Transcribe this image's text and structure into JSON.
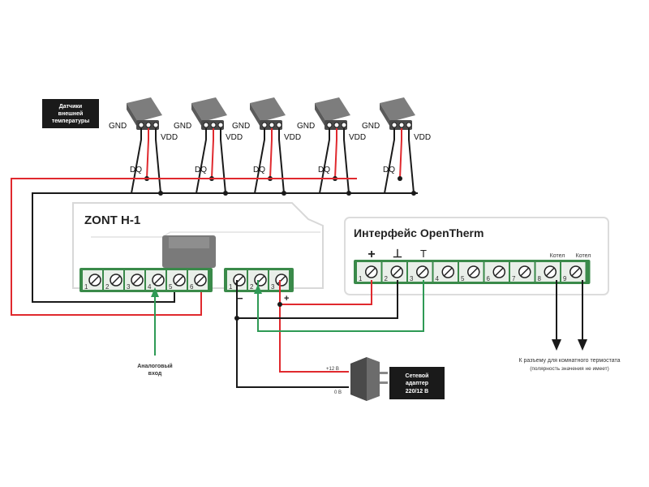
{
  "sensors_label": [
    "Датчики",
    "внешней",
    "температуры"
  ],
  "sensor_pins": {
    "gnd": "GND",
    "vdd": "VDD",
    "dq": "DQ"
  },
  "sensor_count": 5,
  "zont_title": "ZONT H-1",
  "zont_terminals_left": [
    "1",
    "2",
    "3",
    "4",
    "5",
    "6"
  ],
  "zont_terminals_right": [
    "1",
    "2",
    "3"
  ],
  "power_polarity": {
    "minus": "−",
    "plus": "+"
  },
  "opentherm_title": "Интерфейс OpenTherm",
  "opentherm_symbols": [
    "+",
    "⊥",
    "T"
  ],
  "opentherm_terminals": [
    "1",
    "2",
    "3",
    "4",
    "5",
    "6",
    "7",
    "8",
    "9"
  ],
  "boiler_labels": [
    "Котел",
    "Котел"
  ],
  "analog_input_label": [
    "Аналоговый",
    "вход"
  ],
  "adapter_label": [
    "Сетевой",
    "адаптер",
    "220/12 В"
  ],
  "adapter_voltages": {
    "plus": "+12 В",
    "zero": "0 В"
  },
  "thermostat_label": [
    "К разъему для комнатного термостата",
    "(полярность значения не имеет)"
  ],
  "colors": {
    "red": "#e0292e",
    "green": "#2e9a55",
    "black": "#1a1a1a",
    "terminal_green": "#3a8a4a",
    "terminal_face": "#e9efe9",
    "grey_dark": "#555555"
  }
}
